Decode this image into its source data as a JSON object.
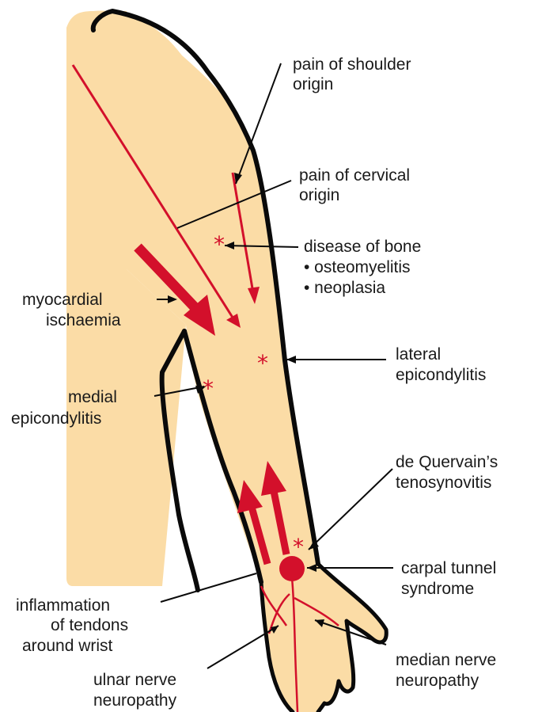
{
  "colors": {
    "skin": "#fbdca6",
    "outline": "#0a0a0a",
    "marker": "#d3102b"
  },
  "labels": {
    "shoulder_pain": [
      "pain of shoulder",
      "origin"
    ],
    "cervical_pain": [
      "pain of cervical",
      "origin"
    ],
    "bone_disease": [
      "disease of bone",
      "• osteomyelitis",
      "• neoplasia"
    ],
    "myocardial": [
      "myocardial",
      "ischaemia"
    ],
    "lateral_epi": [
      "lateral",
      "epicondylitis"
    ],
    "medial_epi": [
      "medial",
      "epicondylitis"
    ],
    "de_quervain": [
      "de Quervain’s",
      "tenosynovitis"
    ],
    "carpal_tunnel": [
      "carpal tunnel",
      "syndrome"
    ],
    "tendon_inflammation": [
      "inflammation",
      "of tendons",
      "around wrist"
    ],
    "ulnar_nerve": [
      "ulnar nerve",
      "neuropathy"
    ],
    "median_nerve": [
      "median nerve",
      "neuropathy"
    ]
  }
}
